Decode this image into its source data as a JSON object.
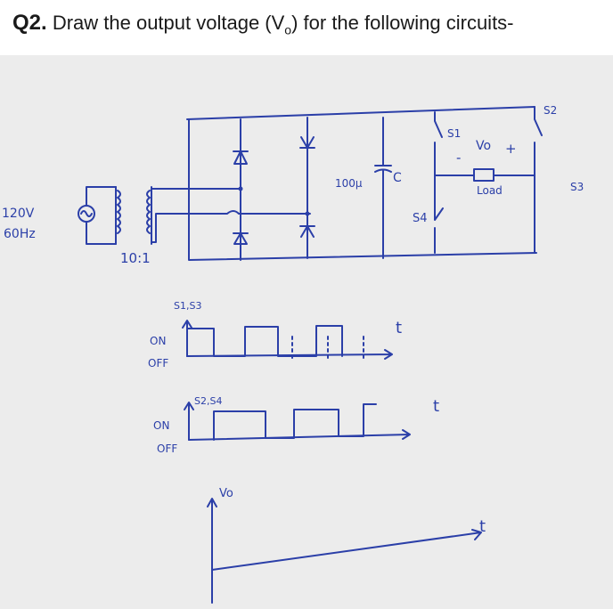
{
  "question": {
    "number": "Q2.",
    "text": "Draw the output voltage (V",
    "sub": "o",
    "text_end": ") for the following circuits-"
  },
  "circuit": {
    "source_voltage": "120V",
    "source_freq": "60Hz",
    "turns_ratio": "10:1",
    "capacitor": "100µ",
    "capacitor_label": "C",
    "switch_s1": "S1",
    "switch_s2": "S2",
    "switch_s3": "S3",
    "switch_s4": "S4",
    "vo_label": "Vo",
    "plus": "+",
    "minus": "-",
    "load": "Load"
  },
  "timing": {
    "s1s3_label": "S1,S3",
    "s2s4_label": "S2,S4",
    "on": "ON",
    "off": "OFF",
    "time": "t",
    "vo_axis": "Vo"
  },
  "colors": {
    "ink": "#2b3fa8",
    "paper": "#ececec"
  }
}
